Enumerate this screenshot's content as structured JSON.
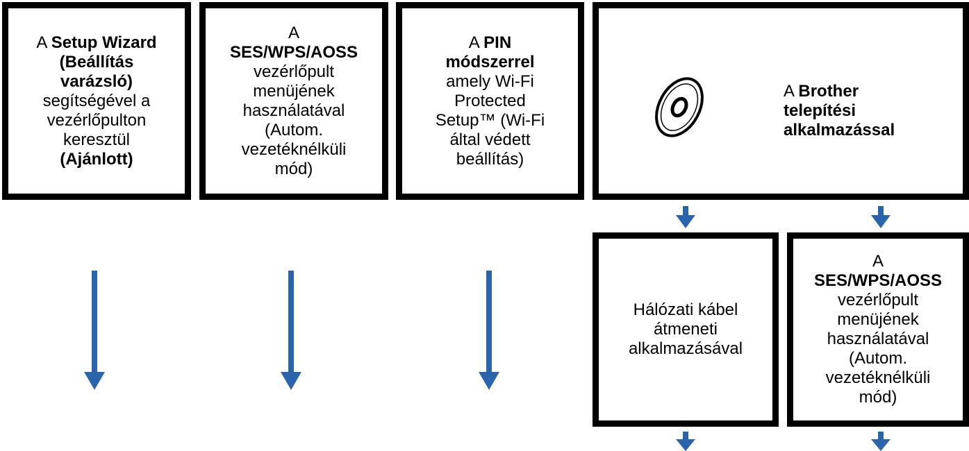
{
  "boxes": {
    "wizard": {
      "l1": "A ",
      "l1b": "Setup Wizard",
      "l2b": "(Beállítás",
      "l3b": "varázsló)",
      "l4": "segítségével a",
      "l5": "vezérlőpulton",
      "l6": "keresztül",
      "l7b": "(Ajánlott)"
    },
    "ses_panel": {
      "l1": "A",
      "l2b": "SES/WPS/AOSS",
      "l3": "vezérlőpult",
      "l4": "menüjének",
      "l5": "használatával",
      "l6": "(Autom.",
      "l7": "vezetéknélküli",
      "l8": "mód)"
    },
    "pin": {
      "l1": "A ",
      "l1b": "PIN",
      "l2b": "módszerrel",
      "l3": "amely Wi-Fi",
      "l4": "Protected",
      "l5": "Setup™ (Wi-Fi",
      "l6": "által védett",
      "l7": "beállítás)"
    },
    "brother": {
      "icon": "cd-disc-icon",
      "l1": "A ",
      "l1b": "Brother",
      "l2b": "telepítési",
      "l3b": "alkalmazással"
    },
    "cable": {
      "l1": "Hálózati kábel",
      "l2": "átmeneti",
      "l3": "alkalmazásával"
    },
    "ses_panel_2": {
      "l1": "A",
      "l2b": "SES/WPS/AOSS",
      "l3": "vezérlőpult",
      "l4": "menüjének",
      "l5": "használatával",
      "l6": "(Autom.",
      "l7": "vezetéknélküli",
      "l8": "mód)"
    }
  },
  "colors": {
    "arrow": "#2a64ad",
    "border": "#000000"
  }
}
